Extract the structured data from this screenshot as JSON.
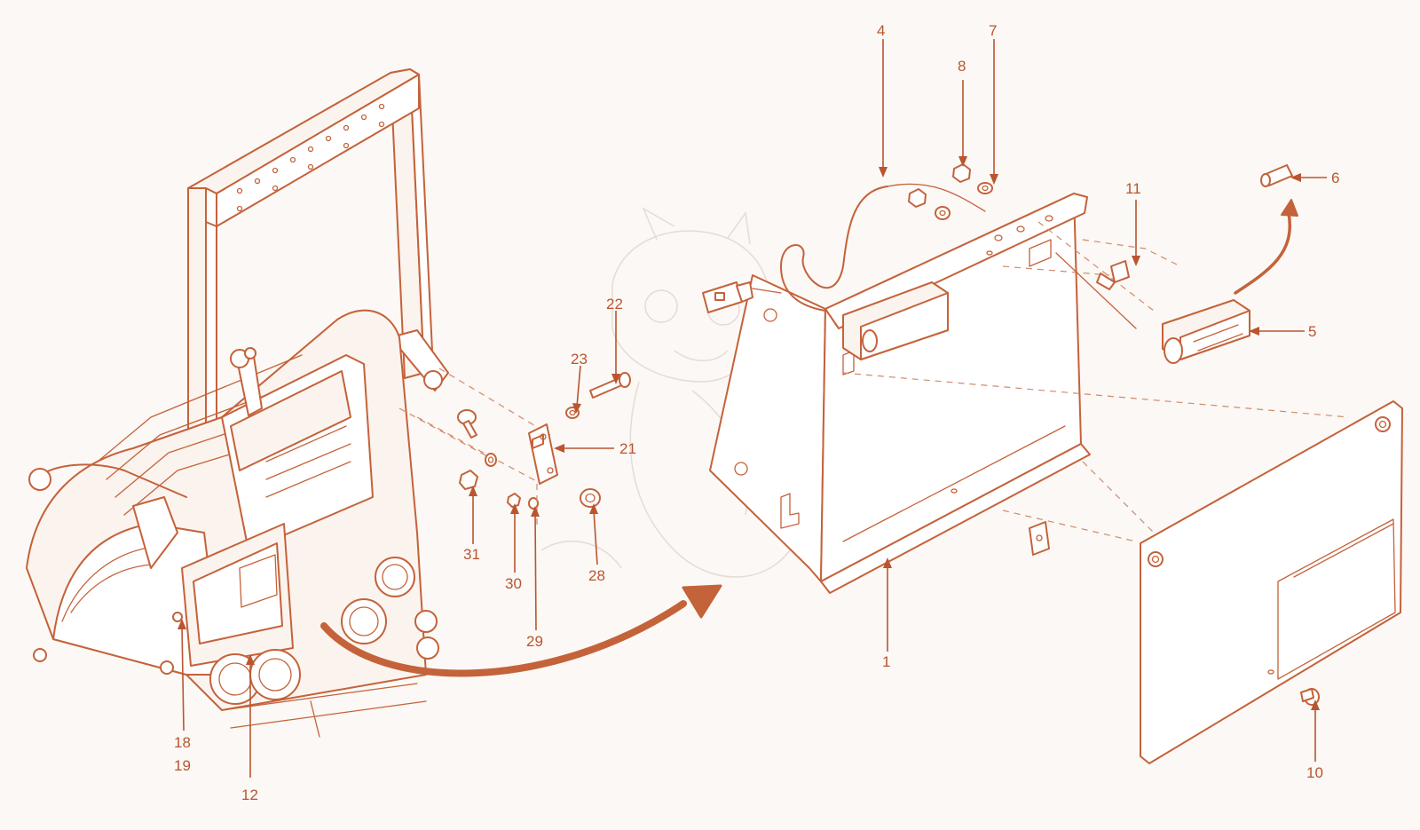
{
  "colors": {
    "line": "#c4623a",
    "label": "#b9552f",
    "background": "#fbf8f5",
    "arrow": "#c4623a"
  },
  "callouts": [
    {
      "id": "p1",
      "text": "1"
    },
    {
      "id": "p4",
      "text": "4"
    },
    {
      "id": "p5",
      "text": "5"
    },
    {
      "id": "p6",
      "text": "6"
    },
    {
      "id": "p7",
      "text": "7"
    },
    {
      "id": "p8",
      "text": "8"
    },
    {
      "id": "p10",
      "text": "10"
    },
    {
      "id": "p11",
      "text": "11"
    },
    {
      "id": "p12",
      "text": "12"
    },
    {
      "id": "p18",
      "text": "18"
    },
    {
      "id": "p19",
      "text": "19"
    },
    {
      "id": "p21",
      "text": "21"
    },
    {
      "id": "p22",
      "text": "22"
    },
    {
      "id": "p23",
      "text": "23"
    },
    {
      "id": "p28",
      "text": "28"
    },
    {
      "id": "p29",
      "text": "29"
    },
    {
      "id": "p30",
      "text": "30"
    },
    {
      "id": "p31",
      "text": "31"
    }
  ]
}
